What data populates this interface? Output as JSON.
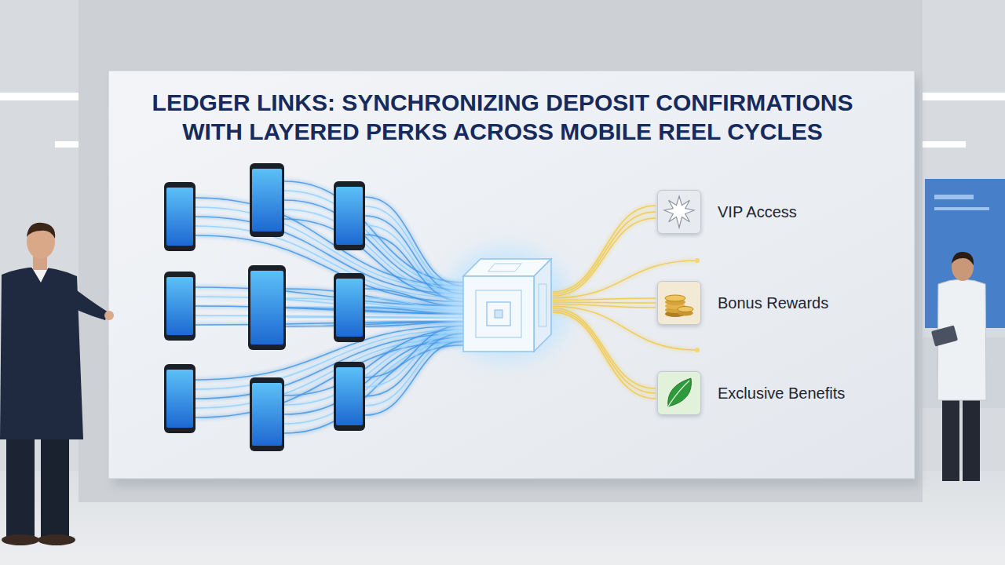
{
  "diagram": {
    "title": "LEDGER LINKS: SYNCHRONIZING DEPOSIT CONFIRMATIONS WITH LAYERED PERKS ACROSS MOBILE REEL CYCLES",
    "nodes": [
      {
        "text": [
          "VIP Access"
        ]
      },
      {
        "text": [
          "Bonus Rewards"
        ]
      },
      {
        "text": [
          "Exclusive Benefits"
        ]
      }
    ]
  }
}
